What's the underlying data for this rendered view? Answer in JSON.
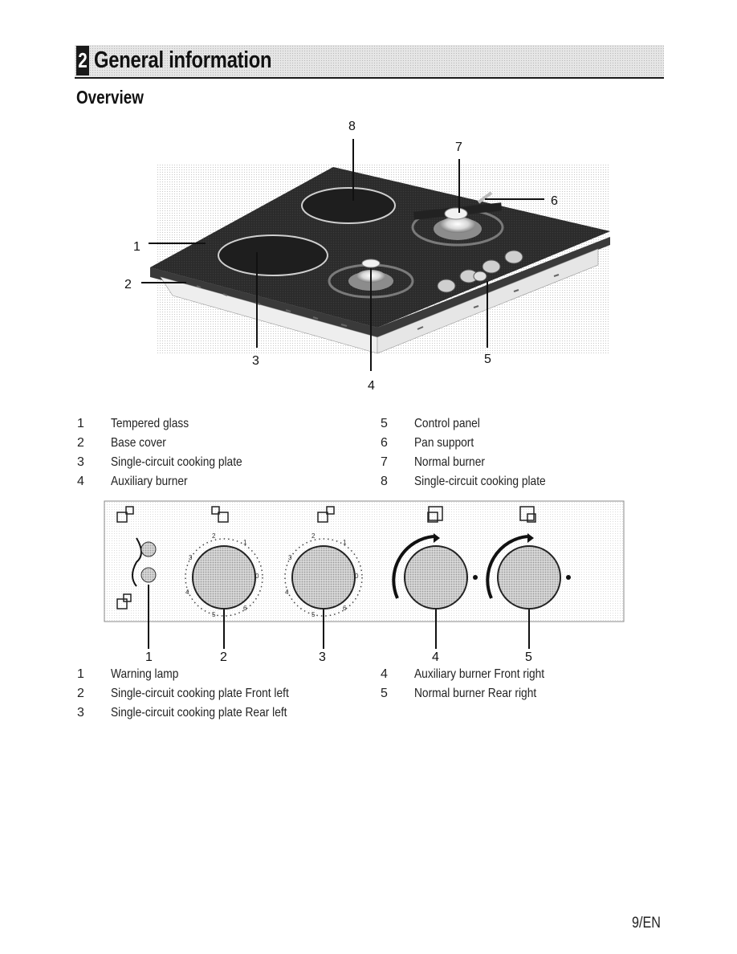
{
  "header": {
    "section_number": "2",
    "title": "General information",
    "subtitle": "Overview"
  },
  "overview_diagram": {
    "callouts": [
      "1",
      "2",
      "3",
      "4",
      "5",
      "6",
      "7",
      "8"
    ]
  },
  "overview_legend": [
    {
      "num": "1",
      "text": "Tempered glass"
    },
    {
      "num": "2",
      "text": "Base cover"
    },
    {
      "num": "3",
      "text": "Single-circuit cooking plate"
    },
    {
      "num": "4",
      "text": "Auxiliary burner"
    },
    {
      "num": "5",
      "text": "Control panel"
    },
    {
      "num": "6",
      "text": "Pan support"
    },
    {
      "num": "7",
      "text": "Normal burner"
    },
    {
      "num": "8",
      "text": "Single-circuit cooking plate"
    }
  ],
  "control_panel": {
    "knob_scale_labels": [
      "1",
      "2",
      "3",
      "4",
      "5",
      "6",
      "0"
    ],
    "callouts": [
      "1",
      "2",
      "3",
      "4",
      "5"
    ]
  },
  "control_legend": [
    {
      "num": "1",
      "text": "Warning lamp"
    },
    {
      "num": "2",
      "text": "Single-circuit cooking plate Front left"
    },
    {
      "num": "3",
      "text": "Single-circuit cooking plate Rear left"
    },
    {
      "num": "4",
      "text": "Auxiliary burner Front right"
    },
    {
      "num": "5",
      "text": "Normal burner Rear right"
    }
  ],
  "footer": {
    "page_number": "9/EN"
  }
}
